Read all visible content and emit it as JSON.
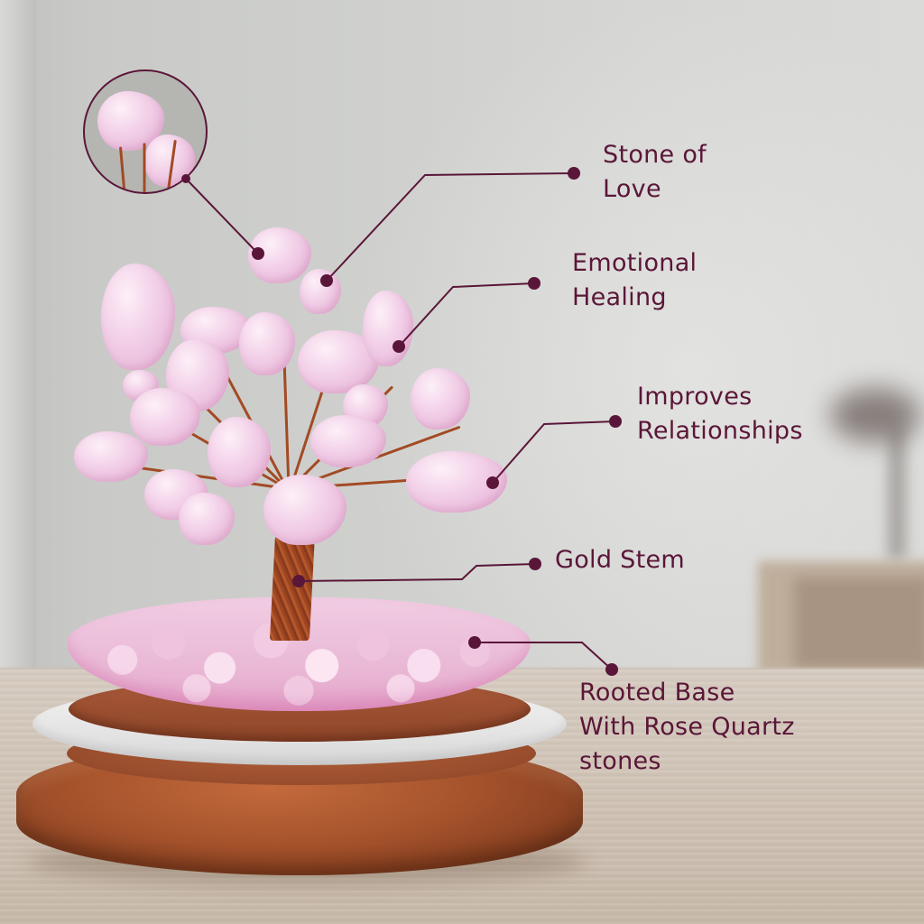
{
  "image": {
    "description": "Rose quartz crystal tree on wooden base with feature callouts",
    "accent_color": "#5a1638",
    "stone_color": "#f3d2e9",
    "wood_color": "#a6532c"
  },
  "callouts": [
    {
      "id": "stone-of-love",
      "lines": [
        "Stone of",
        "Love"
      ]
    },
    {
      "id": "emotional-healing",
      "lines": [
        "Emotional",
        "Healing"
      ]
    },
    {
      "id": "improves-relationships",
      "lines": [
        "Improves",
        "Relationships"
      ]
    },
    {
      "id": "gold-stem",
      "lines": [
        "Gold Stem"
      ]
    },
    {
      "id": "rooted-base",
      "lines": [
        "Rooted Base",
        "With Rose Quartz",
        "stones"
      ]
    }
  ]
}
